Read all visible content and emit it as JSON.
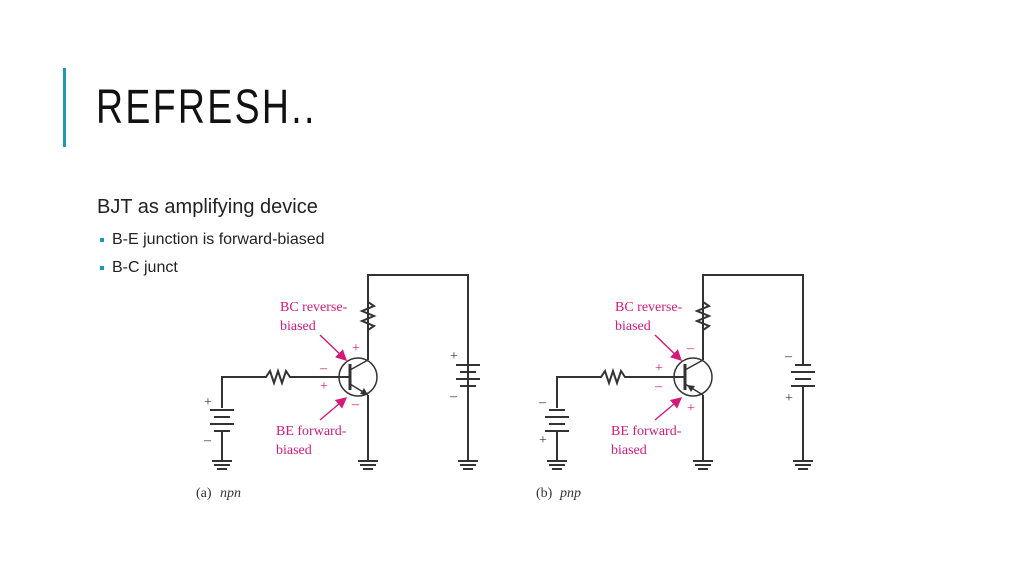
{
  "slide": {
    "title": "REFRESH..",
    "subtitle": "BJT as amplifying device",
    "bullets": [
      "B-E junction is forward-biased",
      "B-C junct"
    ],
    "accent_color": "#1f98b5",
    "annotation_color": "#d4197a"
  },
  "figure": {
    "npn": {
      "label_bc": [
        "BC reverse-",
        "biased"
      ],
      "label_be": [
        "BE forward-",
        "biased"
      ],
      "bc_signs": [
        "+",
        "–"
      ],
      "be_signs": [
        "+",
        "–"
      ],
      "base_battery_signs": [
        "+",
        "–"
      ],
      "collector_battery_signs": [
        "+",
        "–"
      ],
      "caption_prefix": "(a)",
      "caption_type": "npn"
    },
    "pnp": {
      "label_bc": [
        "BC reverse-",
        "biased"
      ],
      "label_be": [
        "BE forward-",
        "biased"
      ],
      "bc_signs": [
        "–",
        "+"
      ],
      "be_signs": [
        "–",
        "+"
      ],
      "base_battery_signs": [
        "–",
        "+"
      ],
      "collector_battery_signs": [
        "–",
        "+"
      ],
      "caption_prefix": "(b)",
      "caption_type": "pnp"
    }
  }
}
